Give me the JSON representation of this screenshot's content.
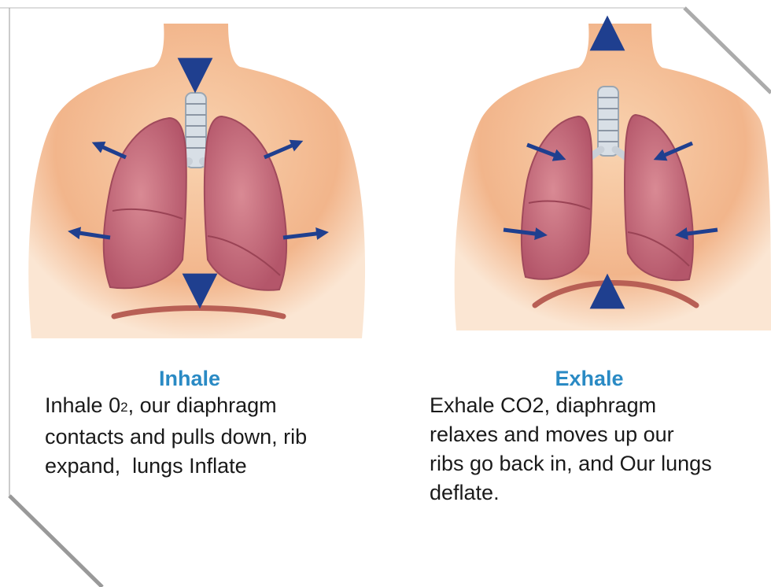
{
  "inhale": {
    "title": "Inhale",
    "desc_prefix": "Inhale 0",
    "desc_sub": "2",
    "desc_line1_rest": ", our diaphragm",
    "desc_line2": "contacts and pulls down, rib",
    "desc_line3": "expand,  lungs Inflate"
  },
  "exhale": {
    "title": "Exhale",
    "desc_line1": "Exhale CO2, diaphragm",
    "desc_line2": "relaxes and moves up our",
    "desc_line3": "ribs go back in, and Our lungs",
    "desc_line4": "deflate."
  },
  "colors": {
    "title": "#2a8ac4",
    "arrow": "#1f3f8f",
    "skin": "#f4c39b",
    "lung": "#c96a78",
    "frame_shadow": "#555555"
  }
}
